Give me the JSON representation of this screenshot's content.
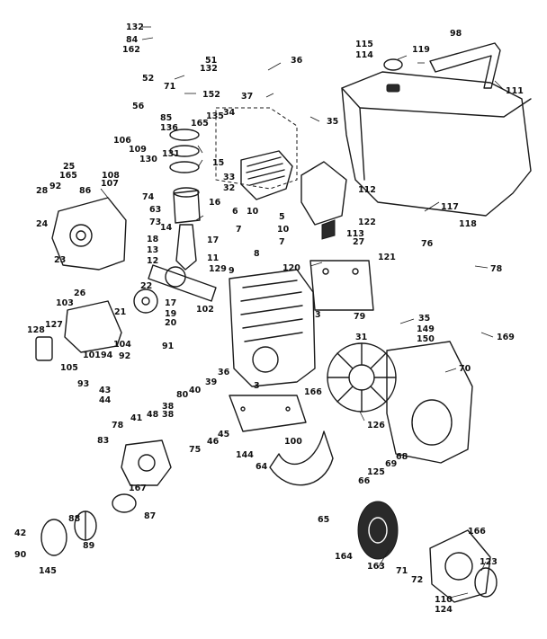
{
  "diagram": {
    "part_numbers": [
      "132",
      "84",
      "162",
      "51",
      "132",
      "52",
      "56",
      "71",
      "152",
      "85",
      "136",
      "165",
      "135",
      "34",
      "36",
      "37",
      "115",
      "114",
      "119",
      "98",
      "111",
      "35",
      "106",
      "109",
      "130",
      "131",
      "15",
      "25",
      "165",
      "92",
      "28",
      "24",
      "86",
      "108",
      "107",
      "74",
      "63",
      "73",
      "14",
      "16",
      "6",
      "10",
      "33",
      "32",
      "5",
      "10",
      "7",
      "7",
      "112",
      "122",
      "27",
      "113",
      "117",
      "118",
      "76",
      "78",
      "23",
      "26",
      "18",
      "13",
      "12",
      "22",
      "17",
      "11",
      "129",
      "8",
      "9",
      "120",
      "121",
      "17",
      "19",
      "20",
      "21",
      "102",
      "103",
      "128",
      "127",
      "104",
      "105",
      "101",
      "94",
      "91",
      "92",
      "93",
      "43",
      "44",
      "38",
      "40",
      "39",
      "36",
      "3",
      "3",
      "79",
      "35",
      "149",
      "150",
      "169",
      "31",
      "166",
      "70",
      "80",
      "38",
      "48",
      "41",
      "45",
      "46",
      "75",
      "78",
      "83",
      "100",
      "144",
      "126",
      "68",
      "69",
      "125",
      "66",
      "64",
      "65",
      "167",
      "87",
      "88",
      "89",
      "90",
      "42",
      "145",
      "164",
      "163",
      "71",
      "72",
      "166",
      "123",
      "110",
      "124"
    ]
  }
}
